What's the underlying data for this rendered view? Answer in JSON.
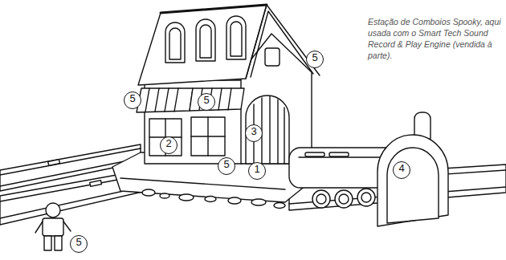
{
  "diagram": {
    "caption": "Estação de Comboios Spooky, aqui usada com o Smart Tech Sound Record & Play Engine (vendida à parte).",
    "labels": [
      "5",
      "5",
      "5",
      "3",
      "2",
      "5",
      "4",
      "1",
      "5"
    ]
  }
}
